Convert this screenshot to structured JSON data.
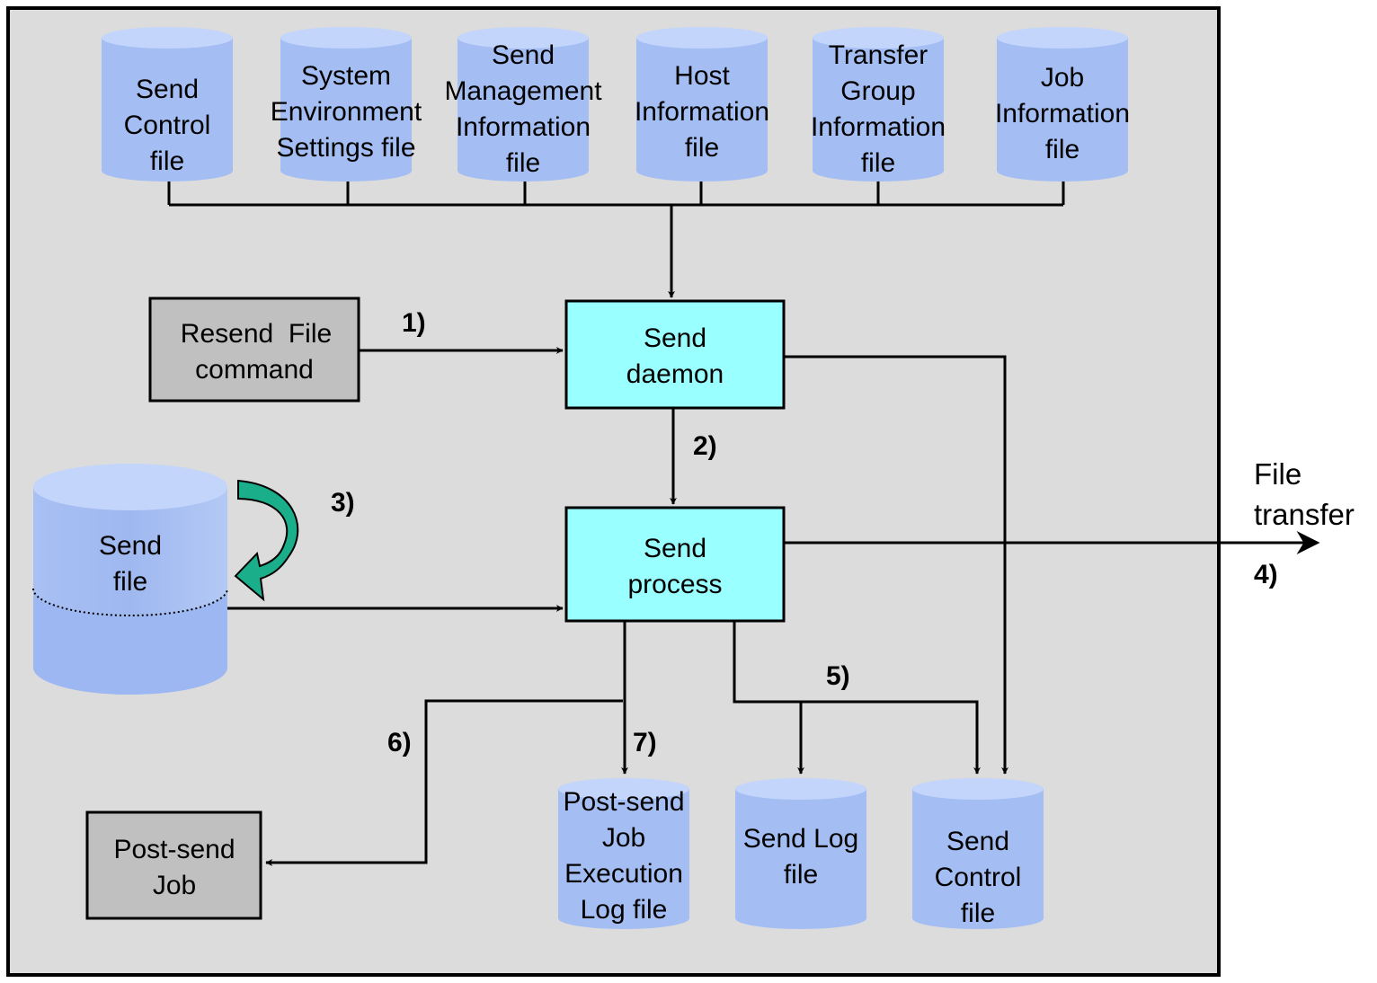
{
  "top_files": [
    {
      "lines": [
        "Send",
        "Control",
        "file"
      ]
    },
    {
      "lines": [
        "System",
        "Environment",
        "Settings  file"
      ]
    },
    {
      "lines": [
        "Send",
        "Management",
        "Information",
        "file"
      ]
    },
    {
      "lines": [
        "Host",
        "Information",
        "file"
      ]
    },
    {
      "lines": [
        "Transfer",
        "Group",
        "Information",
        "file"
      ]
    },
    {
      "lines": [
        "Job",
        "Information",
        "file"
      ]
    }
  ],
  "resend_command": [
    "Resend  File",
    "command"
  ],
  "send_daemon": [
    "Send",
    "daemon"
  ],
  "send_process": [
    "Send",
    "process"
  ],
  "send_file": [
    "Send",
    "file"
  ],
  "post_send_job": [
    "Post-send",
    "Job"
  ],
  "bottom_files": [
    {
      "lines": [
        "Post-send",
        "Job",
        "Execution",
        "Log file"
      ]
    },
    {
      "lines": [
        "Send  Log",
        "file"
      ]
    },
    {
      "lines": [
        "Send",
        "Control",
        "file"
      ]
    }
  ],
  "file_transfer": [
    "File",
    "transfer"
  ],
  "steps": {
    "s1": "1)",
    "s2": "2)",
    "s3": "3)",
    "s4": "4)",
    "s5": "5)",
    "s6": "6)",
    "s7": "7)"
  },
  "colors": {
    "panel": "#dcdcdc",
    "cylinder": "#a4bef4",
    "cylinder_top": "#c3d5fb",
    "process_box": "#99ffff",
    "gray_box": "#c0c0c0",
    "curved_arrow": "#1aae8a"
  }
}
